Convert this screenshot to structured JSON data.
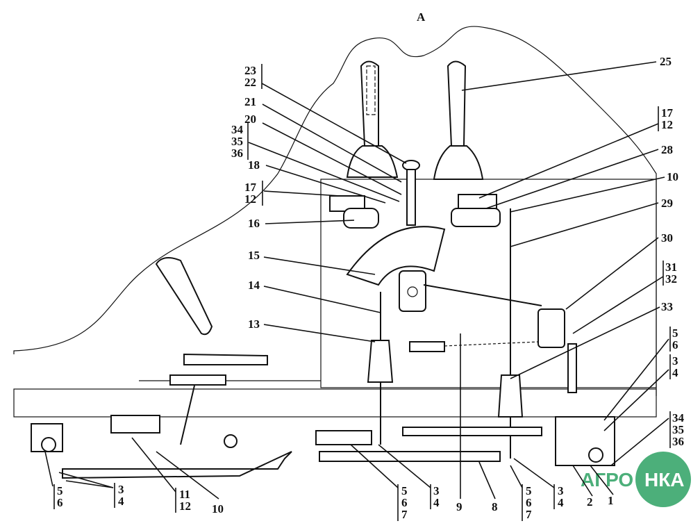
{
  "title": "A",
  "callouts": [
    {
      "id": "23-22",
      "numbers": [
        "23",
        "22"
      ]
    },
    {
      "id": "21",
      "numbers": [
        "21"
      ]
    },
    {
      "id": "20",
      "numbers": [
        "20"
      ]
    },
    {
      "id": "34-35-36-left",
      "numbers": [
        "34",
        "35",
        "36"
      ]
    },
    {
      "id": "18",
      "numbers": [
        "18"
      ]
    },
    {
      "id": "17-12-left",
      "numbers": [
        "17",
        "12"
      ]
    },
    {
      "id": "16",
      "numbers": [
        "16"
      ]
    },
    {
      "id": "15",
      "numbers": [
        "15"
      ]
    },
    {
      "id": "14",
      "numbers": [
        "14"
      ]
    },
    {
      "id": "13",
      "numbers": [
        "13"
      ]
    },
    {
      "id": "25",
      "numbers": [
        "25"
      ]
    },
    {
      "id": "17-12-right",
      "numbers": [
        "17",
        "12"
      ]
    },
    {
      "id": "28",
      "numbers": [
        "28"
      ]
    },
    {
      "id": "10-right",
      "numbers": [
        "10"
      ]
    },
    {
      "id": "29",
      "numbers": [
        "29"
      ]
    },
    {
      "id": "30",
      "numbers": [
        "30"
      ]
    },
    {
      "id": "31-32",
      "numbers": [
        "31",
        "32"
      ]
    },
    {
      "id": "33",
      "numbers": [
        "33"
      ]
    },
    {
      "id": "5-6-right",
      "numbers": [
        "5",
        "6"
      ]
    },
    {
      "id": "3-4-right",
      "numbers": [
        "3",
        "4"
      ]
    },
    {
      "id": "34-35-36-right",
      "numbers": [
        "34",
        "35",
        "36"
      ]
    },
    {
      "id": "5-6-bottom",
      "numbers": [
        "5",
        "6"
      ]
    },
    {
      "id": "3-4-bottom-left",
      "numbers": [
        "3",
        "4"
      ]
    },
    {
      "id": "11-12",
      "numbers": [
        "11",
        "12"
      ]
    },
    {
      "id": "10-bottom",
      "numbers": [
        "10"
      ]
    },
    {
      "id": "5-6-7-a",
      "numbers": [
        "5",
        "6",
        "7"
      ]
    },
    {
      "id": "3-4-a",
      "numbers": [
        "3",
        "4"
      ]
    },
    {
      "id": "9",
      "numbers": [
        "9"
      ]
    },
    {
      "id": "8",
      "numbers": [
        "8"
      ]
    },
    {
      "id": "5-6-7-b",
      "numbers": [
        "5",
        "6",
        "7"
      ]
    },
    {
      "id": "3-4-b",
      "numbers": [
        "3",
        "4"
      ]
    },
    {
      "id": "2",
      "numbers": [
        "2"
      ]
    },
    {
      "id": "1",
      "numbers": [
        "1"
      ]
    }
  ],
  "watermark_logo": {
    "left": "АГРО",
    "right": "НКА",
    "color": "#4caf7a"
  }
}
